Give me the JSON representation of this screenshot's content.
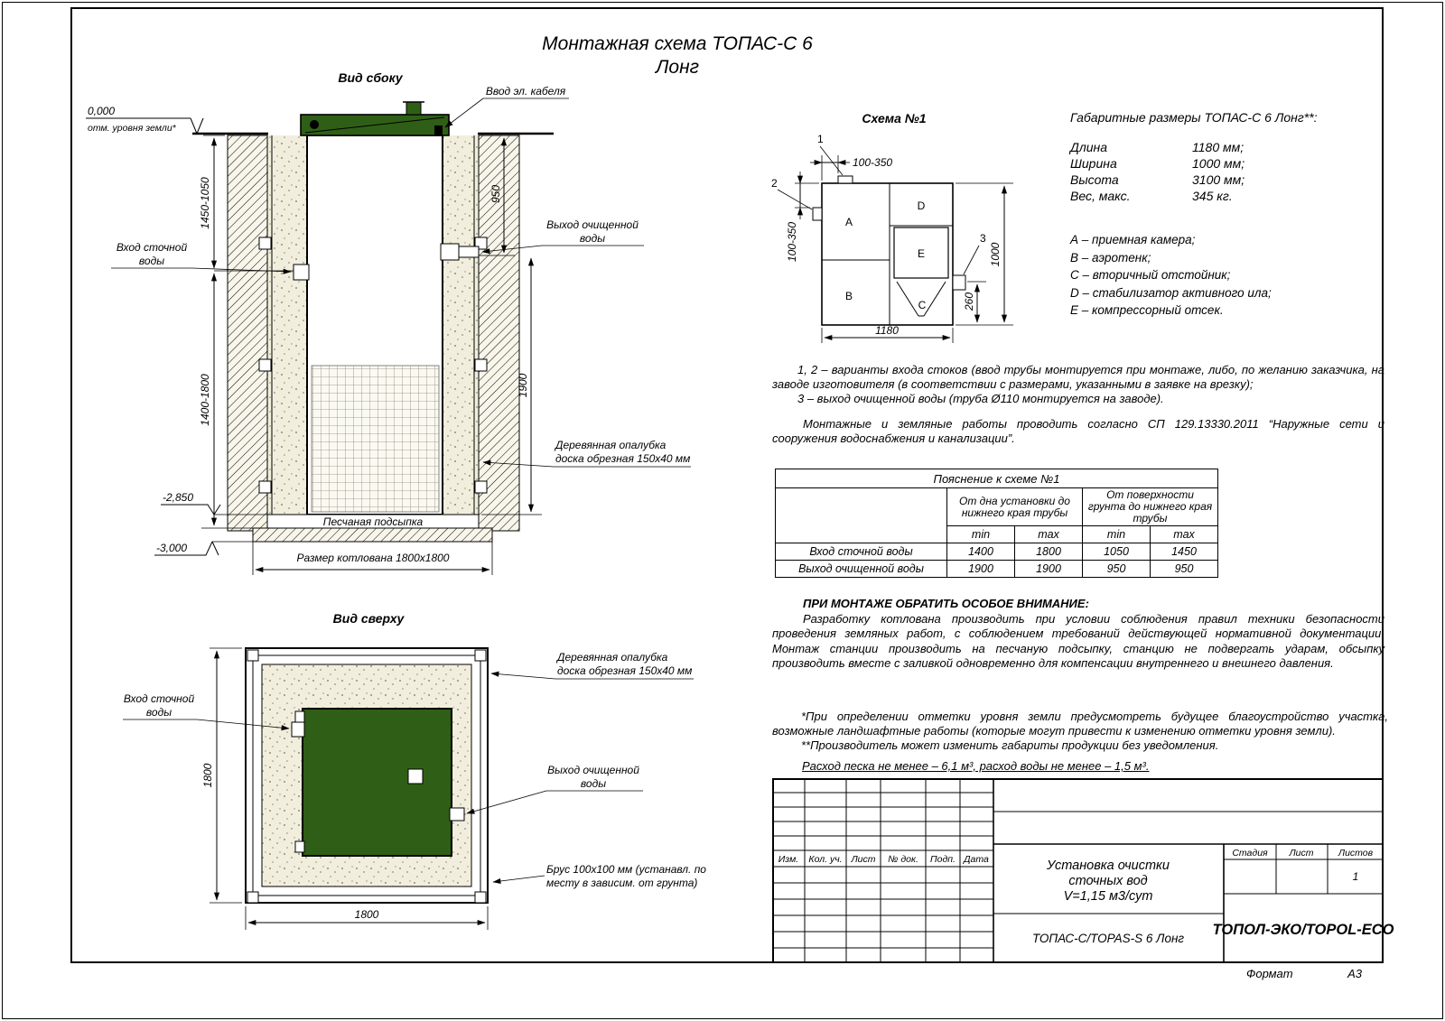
{
  "page": {
    "title_line1": "Монтажная схема ТОПАС-С 6",
    "title_line2": "Лонг",
    "format_label": "Формат",
    "format_value": "А3"
  },
  "side_view": {
    "title": "Вид сбоку",
    "ground_zero": "0,000",
    "ground_zero_note": "отм. уровня земли*",
    "cable_label": "Ввод эл. кабеля",
    "inlet_l1": "Вход сточной",
    "inlet_l2": "воды",
    "outlet_l1": "Выход очищенной",
    "outlet_l2": "воды",
    "formwork_l1": "Деревянная опалубка",
    "formwork_l2": "доска обрезная 150х40 мм",
    "sand_label": "Песчаная подсыпка",
    "pit_size": "Размер котлована 1800х1800",
    "dim_left_top": "1450-1050",
    "dim_left_bottom": "1400-1800",
    "dim_right_top": "950",
    "dim_right_bottom": "1900",
    "elev_2850": "-2,850",
    "elev_3000": "-3,000"
  },
  "top_view": {
    "title": "Вид сверху",
    "inlet_l1": "Вход сточной",
    "inlet_l2": "воды",
    "outlet_l1": "Выход очищенной",
    "outlet_l2": "воды",
    "formwork_l1": "Деревянная опалубка",
    "formwork_l2": "доска обрезная 150х40 мм",
    "brus_l1": "Брус 100х100 мм (устанавл. по",
    "brus_l2": "месту в зависим. от грунта)",
    "dim_width": "1800",
    "dim_height": "1800"
  },
  "scheme": {
    "title": "Схема №1",
    "comp_a": "A",
    "comp_b": "B",
    "comp_c": "C",
    "comp_d": "D",
    "comp_e": "E",
    "point_1": "1",
    "point_2": "2",
    "point_3": "3",
    "dim_top": "100-350",
    "dim_left": "100-350",
    "dim_right": "1000",
    "dim_offset": "260",
    "dim_bottom": "1180"
  },
  "overall": {
    "title": "Габаритные размеры ТОПАС-С 6 Лонг**:",
    "rows": [
      {
        "label": "Длина",
        "value": "1180 мм;"
      },
      {
        "label": "Ширина",
        "value": "1000 мм;"
      },
      {
        "label": "Высота",
        "value": "3100 мм;"
      },
      {
        "label": "Вес, макс.",
        "value": "345 кг."
      }
    ]
  },
  "legend": {
    "items": [
      "А – приемная камера;",
      "В – аэротенк;",
      "С – вторичный отстойник;",
      "D – стабилизатор активного ила;",
      "Е – компрессорный отсек."
    ]
  },
  "notes": {
    "variants": "1, 2 – варианты входа  стоков (ввод трубы монтируется при монтаже, либо, по желанию заказчика, на заводе изготовителя (в соответствии с размерами, указанными в заявке на врезку);",
    "outlet": "3 – выход очищенной воды (труба Ø110 монтируется на заводе).",
    "works": "Монтажные и земляные работы проводить согласно СП 129.13330.2011 “Наружные сети и сооружения водоснабжения и канализации”."
  },
  "table": {
    "title": "Пояснение к схеме №1",
    "group1": "От дна установки до нижнего края трубы",
    "group2": "От поверхности грунта до нижнего края трубы",
    "min": "min",
    "max": "max",
    "rows": [
      {
        "label": "Вход сточной воды",
        "c1": "1400",
        "c2": "1800",
        "c3": "1050",
        "c4": "1450"
      },
      {
        "label": "Выход очищенной воды",
        "c1": "1900",
        "c2": "1900",
        "c3": "950",
        "c4": "950"
      }
    ]
  },
  "attention": {
    "heading": "ПРИ МОНТАЖЕ ОБРАТИТЬ ОСОБОЕ ВНИМАНИЕ:",
    "body": "Разработку котлована производить при условии соблюдения правил техники безопасности проведения земляных работ, с соблюдением требований действующей нормативной документации. Монтаж станции производить на песчаную подсыпку, станцию не подвергать ударам, обсыпку производить вместе с заливкой одновременно для компенсации внутреннего и внешнего давления."
  },
  "footnotes": {
    "star1": "*При определении отметки уровня земли предусмотреть будущее благоустройство участка, возможные ландшафтные работы (которые могут привести к изменению отметки уровня земли).",
    "star2": "**Производитель может изменить габариты продукции без уведомления.",
    "consumption": "Расход песка не менее – 6,1 м³, расход воды не менее – 1,5 м³."
  },
  "title_block": {
    "col_izm": "Изм.",
    "col_kol": "Кол. уч.",
    "col_list": "Лист",
    "col_doc": "№ док.",
    "col_podp": "Подп.",
    "col_data": "Дата",
    "project_l1": "Установка очистки",
    "project_l2": "сточных вод",
    "project_l3": "V=1,15 м3/сут",
    "stage": "Стадия",
    "sheet": "Лист",
    "sheets": "Листов",
    "sheets_value": "1",
    "model": "ТОПАС-С/TOPAS-S 6 Лонг",
    "company": "ТОПОЛ-ЭКО/TOPOL-ECO"
  }
}
